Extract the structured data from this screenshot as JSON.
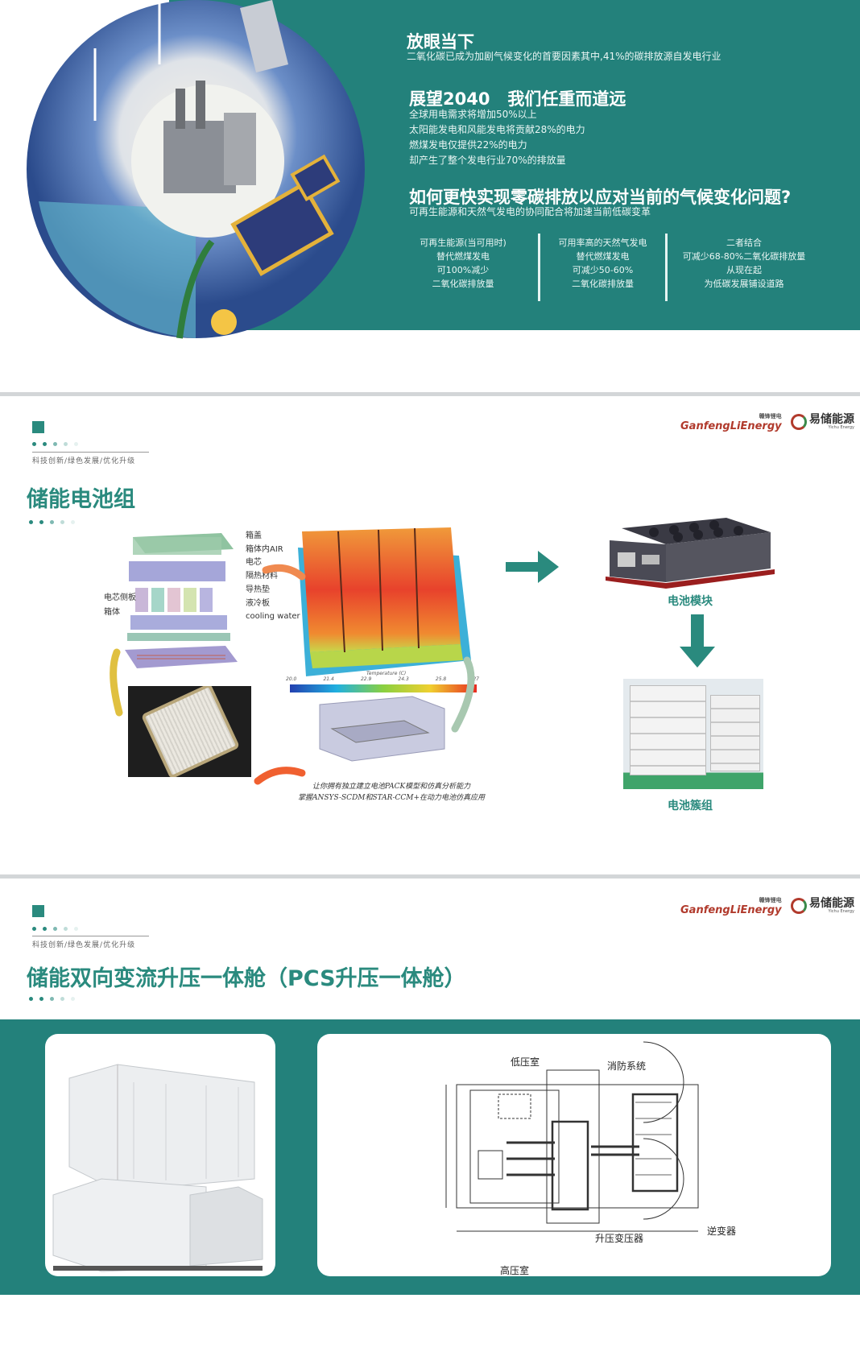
{
  "section1": {
    "h1": "放眼当下",
    "p1": "二氧化碳已成为加剧气候变化的首要因素其中,41%的碳排放源自发电行业",
    "h2": "展望2040   我们任重而道远",
    "lines": [
      "全球用电需求将增加50%以上",
      "太阳能发电和风能发电将贡献28%的电力",
      "燃煤发电仅提供22%的电力",
      "却产生了整个发电行业70%的排放量"
    ],
    "h3": "如何更快实现零碳排放以应对当前的气候变化问题?",
    "p3": "可再生能源和天然气发电的协同配合将加速当前低碳变革",
    "columns": [
      [
        "可再生能源(当可用时)",
        "替代燃煤发电",
        "可100%减少",
        "二氧化碳排放量"
      ],
      [
        "可用率高的天然气发电",
        "替代燃煤发电",
        "可减少50-60%",
        "二氧化碳排放量"
      ],
      [
        "二者结合",
        "可减少68-80%二氧化碳排放量",
        "从现在起",
        "为低碳发展铺设道路"
      ]
    ]
  },
  "header": {
    "slogan": "科技创新/绿色发展/优化升级",
    "logo1": "GanfengLiEnergy",
    "logo1_cn": "赣锋锂电",
    "logo2": "易储能源",
    "logo2_en": "Yichu Energy"
  },
  "section2": {
    "title": "储能电池组",
    "parts": [
      "箱盖",
      "箱体内AIR",
      "电芯",
      "隔热材料",
      "导热垫",
      "液冷板",
      "cooling water"
    ],
    "side_parts": [
      "电芯侧板",
      "箱体"
    ],
    "colorbar_title": "Temperature (C)",
    "colorbar_ticks": [
      "20.0",
      "21.4",
      "22.9",
      "24.3",
      "25.8",
      "27"
    ],
    "caption": [
      "让你拥有独立建立电池PACK模型和仿真分析能力",
      "掌握ANSYS-SCDM和STAR-CCM+在动力电池仿真应用"
    ],
    "module_label": "电池模块",
    "cluster_label": "电池簇组",
    "colors": {
      "accent": "#2a8a7e"
    }
  },
  "section3": {
    "title": "储能双向变流升压一体舱（PCS升压一体舱）",
    "plan_labels": {
      "low": "低压室",
      "fire": "消防系统",
      "transformer": "升压变压器",
      "inverter": "逆变器",
      "high": "高压室"
    }
  }
}
